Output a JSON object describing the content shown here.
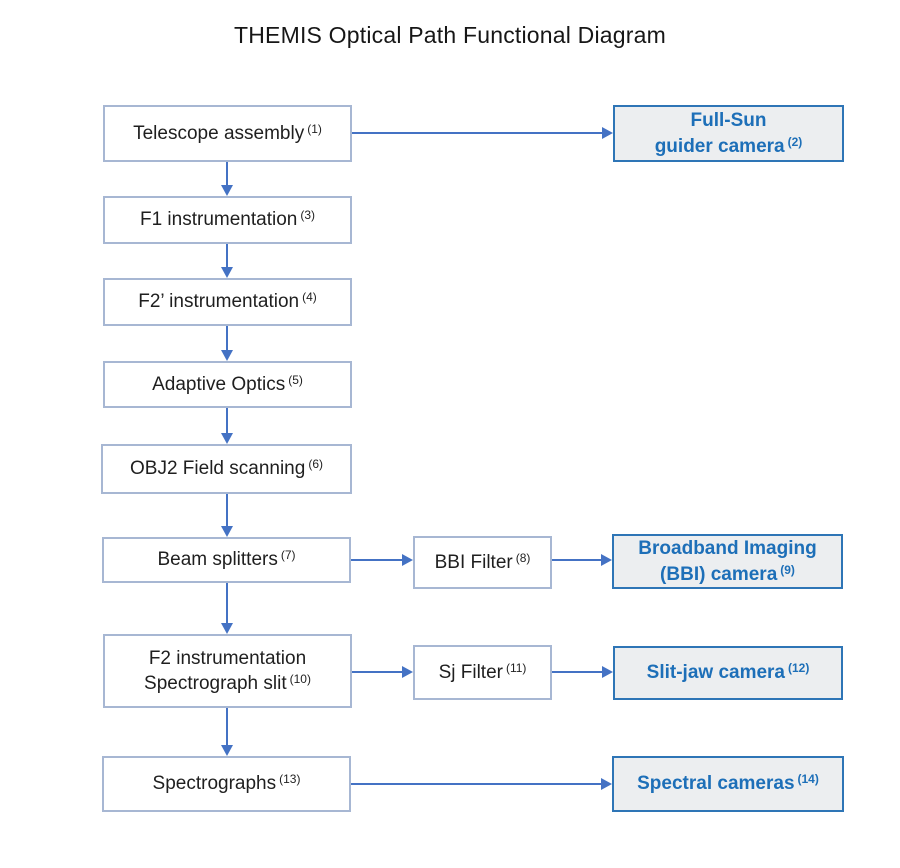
{
  "title": "THEMIS Optical Path Functional Diagram",
  "colors": {
    "arrow": "#4472c4",
    "process_box_border": "#a7b7d3",
    "process_box_fill": "#ffffff",
    "process_text": "#1f1f1f",
    "camera_box_border": "#2e75b6",
    "camera_box_fill": "#eceef0",
    "camera_text": "#1d6fb8"
  },
  "nodes": {
    "telescope": {
      "label": "Telescope assembly",
      "sup": "(1)"
    },
    "full_sun": {
      "line1": "Full-Sun",
      "line2": "guider camera",
      "sup": "(2)"
    },
    "f1": {
      "label": "F1 instrumentation",
      "sup": "(3)"
    },
    "f2_prime": {
      "label": "F2’ instrumentation",
      "sup": "(4)"
    },
    "adaptive_optics": {
      "label": "Adaptive Optics",
      "sup": "(5)"
    },
    "obj2": {
      "label": "OBJ2 Field scanning",
      "sup": "(6)"
    },
    "beam_splitters": {
      "label": "Beam splitters",
      "sup": "(7)"
    },
    "bbi_filter": {
      "label": "BBI Filter",
      "sup": "(8)"
    },
    "bbi_camera": {
      "line1": "Broadband Imaging",
      "line2": "(BBI) camera",
      "sup": "(9)"
    },
    "f2_slit": {
      "line1": "F2 instrumentation",
      "line2": "Spectrograph slit",
      "sup": "(10)"
    },
    "sj_filter": {
      "label": "Sj Filter",
      "sup": "(11)"
    },
    "slit_jaw": {
      "label": "Slit-jaw camera",
      "sup": "(12)"
    },
    "spectrographs": {
      "label": "Spectrographs",
      "sup": "(13)"
    },
    "spectral_cameras": {
      "label": "Spectral cameras",
      "sup": "(14)"
    }
  },
  "edges": [
    {
      "from": "telescope",
      "to": "full_sun"
    },
    {
      "from": "telescope",
      "to": "f1"
    },
    {
      "from": "f1",
      "to": "f2_prime"
    },
    {
      "from": "f2_prime",
      "to": "adaptive_optics"
    },
    {
      "from": "adaptive_optics",
      "to": "obj2"
    },
    {
      "from": "obj2",
      "to": "beam_splitters"
    },
    {
      "from": "beam_splitters",
      "to": "bbi_filter"
    },
    {
      "from": "bbi_filter",
      "to": "bbi_camera"
    },
    {
      "from": "beam_splitters",
      "to": "f2_slit"
    },
    {
      "from": "f2_slit",
      "to": "sj_filter"
    },
    {
      "from": "sj_filter",
      "to": "slit_jaw"
    },
    {
      "from": "f2_slit",
      "to": "spectrographs"
    },
    {
      "from": "spectrographs",
      "to": "spectral_cameras"
    }
  ]
}
